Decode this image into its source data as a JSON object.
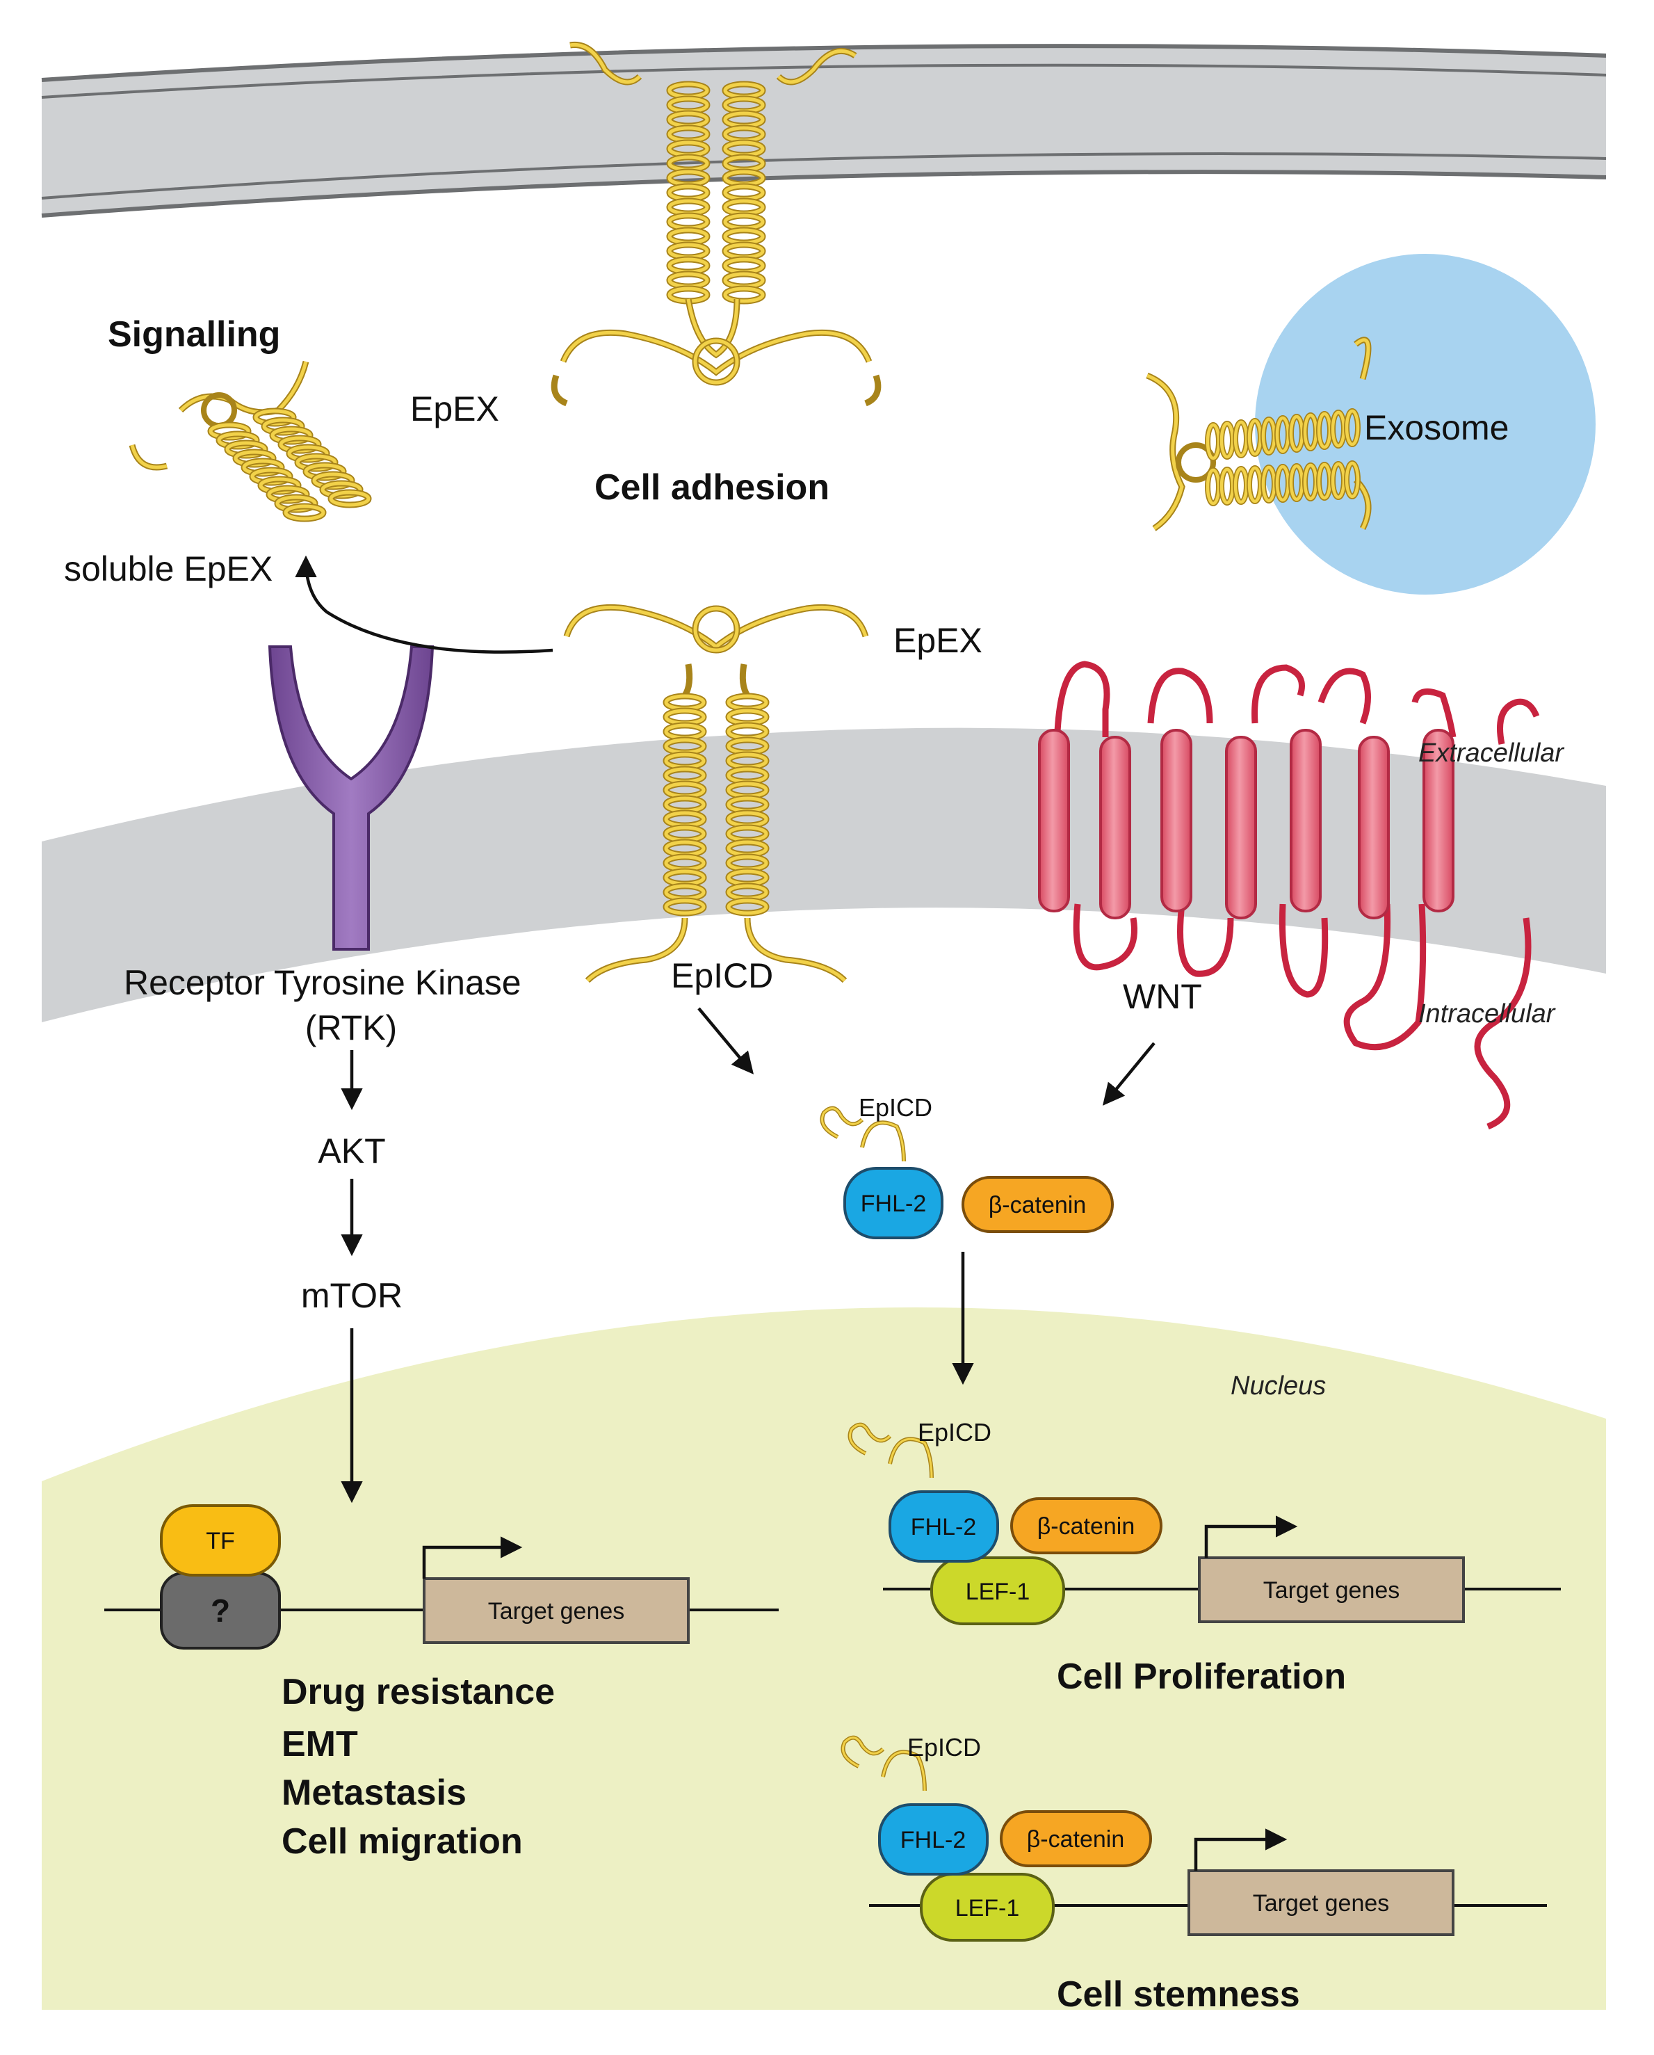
{
  "labels": {
    "signalling": "Signalling",
    "epex_top": "EpEX",
    "cell_adhesion": "Cell adhesion",
    "exosome": "Exosome",
    "soluble_epex": "soluble EpEX",
    "epex_mid": "EpEX",
    "extracellular": "Extracellular",
    "intracellular": "Intracellular",
    "rtk_line1": "Receptor Tyrosine Kinase",
    "rtk_line2": "(RTK)",
    "epicd_membrane": "EpICD",
    "wnt": "WNT",
    "akt": "AKT",
    "mtor": "mTOR",
    "nucleus": "Nucleus",
    "epicd_cyto": "EpICD",
    "epicd_prolif": "EpICD",
    "epicd_stem": "EpICD"
  },
  "proteins": {
    "fhl2": "FHL-2",
    "beta_catenin": "β-catenin",
    "lef1": "LEF-1",
    "tf": "TF",
    "unknown": "?"
  },
  "genes": {
    "target_genes": "Target genes"
  },
  "outcomes": {
    "rtk": [
      "Drug resistance",
      "EMT",
      "Metastasis",
      "Cell migration"
    ],
    "proliferation": "Cell Proliferation",
    "stemness": "Cell stemness"
  },
  "colors": {
    "membrane": "#cfd1d3",
    "membrane_edge": "#6d6f71",
    "nucleus": "#edf0c4",
    "epcam": "#f2d24a",
    "rtk": "#8a5aa8",
    "gpcr": "#e8697c",
    "gpcr_loop": "#c8233f",
    "exosome": "#a8d3f0",
    "fhl2": "#1aa7e3",
    "beta_catenin": "#f6a623",
    "lef1": "#ccd82a",
    "tf": "#f9bd14",
    "unknown_factor": "#6b6b6b",
    "target_box": "#cdb89b"
  },
  "icons": [
    "epcam-dimer-icon",
    "soluble-epex-icon",
    "rtk-receptor-icon",
    "wnt-frizzled-receptor-icon",
    "exosome-icon"
  ]
}
